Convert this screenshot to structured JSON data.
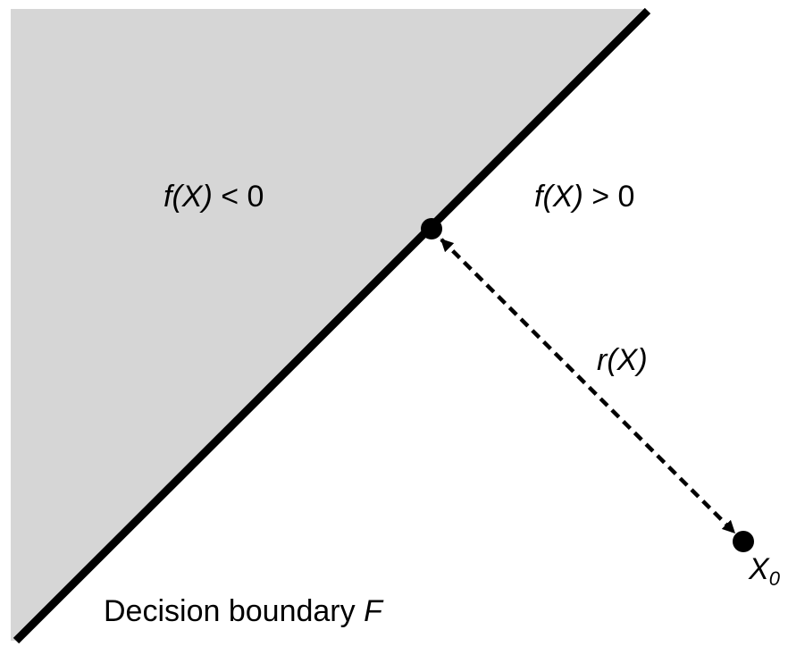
{
  "colors": {
    "region_fill": "#d6d6d6",
    "stroke": "#000000",
    "background": "#ffffff"
  },
  "labels": {
    "negative_region": {
      "f": "f(X)",
      "rel": " < 0"
    },
    "positive_region": {
      "f": "f(X)",
      "rel": " > 0"
    },
    "distance": "r(X)",
    "point": {
      "base": "X",
      "subscript": "0"
    },
    "boundary": {
      "text": "Decision boundary ",
      "name": "F"
    }
  }
}
